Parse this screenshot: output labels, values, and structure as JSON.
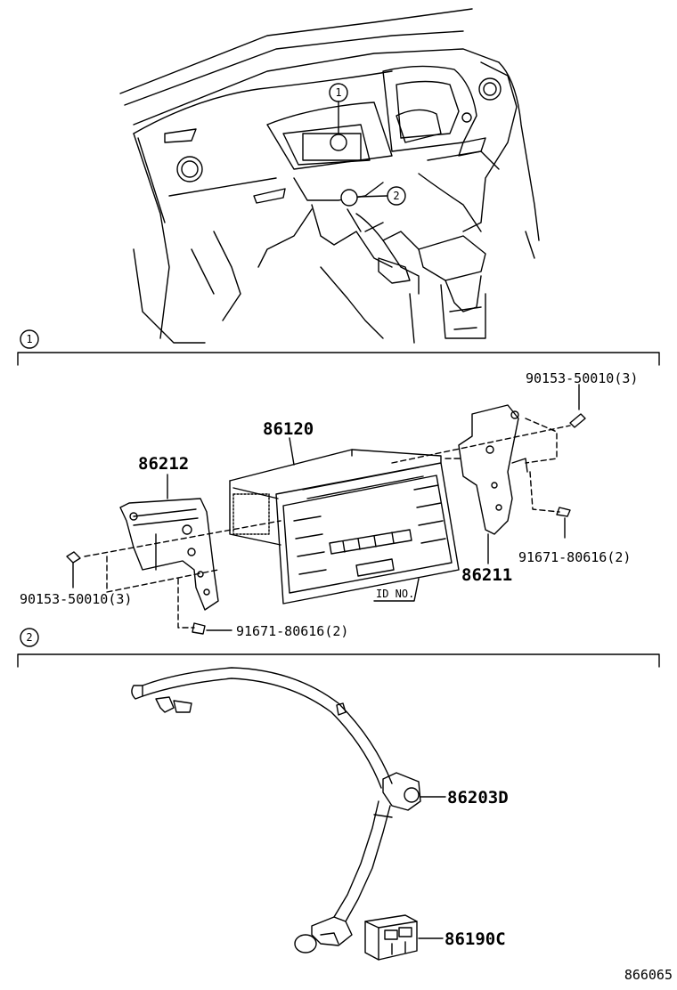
{
  "callouts": {
    "c1": "1",
    "c2": "2"
  },
  "section1": {
    "marker": "1",
    "part_radio": "86120",
    "part_bracket_left": "86212",
    "part_bracket_right": "86211",
    "screw_top_right": "90153-50010(3)",
    "screw_left": "90153-50010(3)",
    "bolt_right": "91671-80616(2)",
    "bolt_bottom": "91671-80616(2)",
    "id_label": "ID NO."
  },
  "section2": {
    "marker": "2",
    "part_harness": "86203D",
    "part_connector": "86190C"
  },
  "figure_number": "866065"
}
